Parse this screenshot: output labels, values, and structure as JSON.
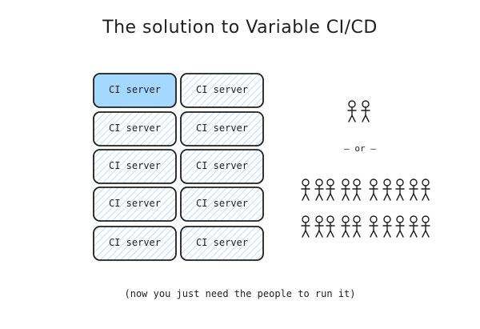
{
  "title": "The solution to Variable CI/CD",
  "servers": [
    {
      "label": "CI server",
      "highlighted": true
    },
    {
      "label": "CI server",
      "highlighted": false
    },
    {
      "label": "CI server",
      "highlighted": false
    },
    {
      "label": "CI server",
      "highlighted": false
    },
    {
      "label": "CI server",
      "highlighted": false
    },
    {
      "label": "CI server",
      "highlighted": false
    },
    {
      "label": "CI server",
      "highlighted": false
    },
    {
      "label": "CI server",
      "highlighted": false
    },
    {
      "label": "CI server",
      "highlighted": false
    },
    {
      "label": "CI server",
      "highlighted": false
    }
  ],
  "small_team_count": 2,
  "separator": "— or —",
  "large_team_rows": [
    10,
    10
  ],
  "caption": "(now you just need the people to run it)",
  "colors": {
    "highlight": "#a5d8ff",
    "hatch": "#a5c8f0",
    "stroke": "#1e1e1e"
  }
}
